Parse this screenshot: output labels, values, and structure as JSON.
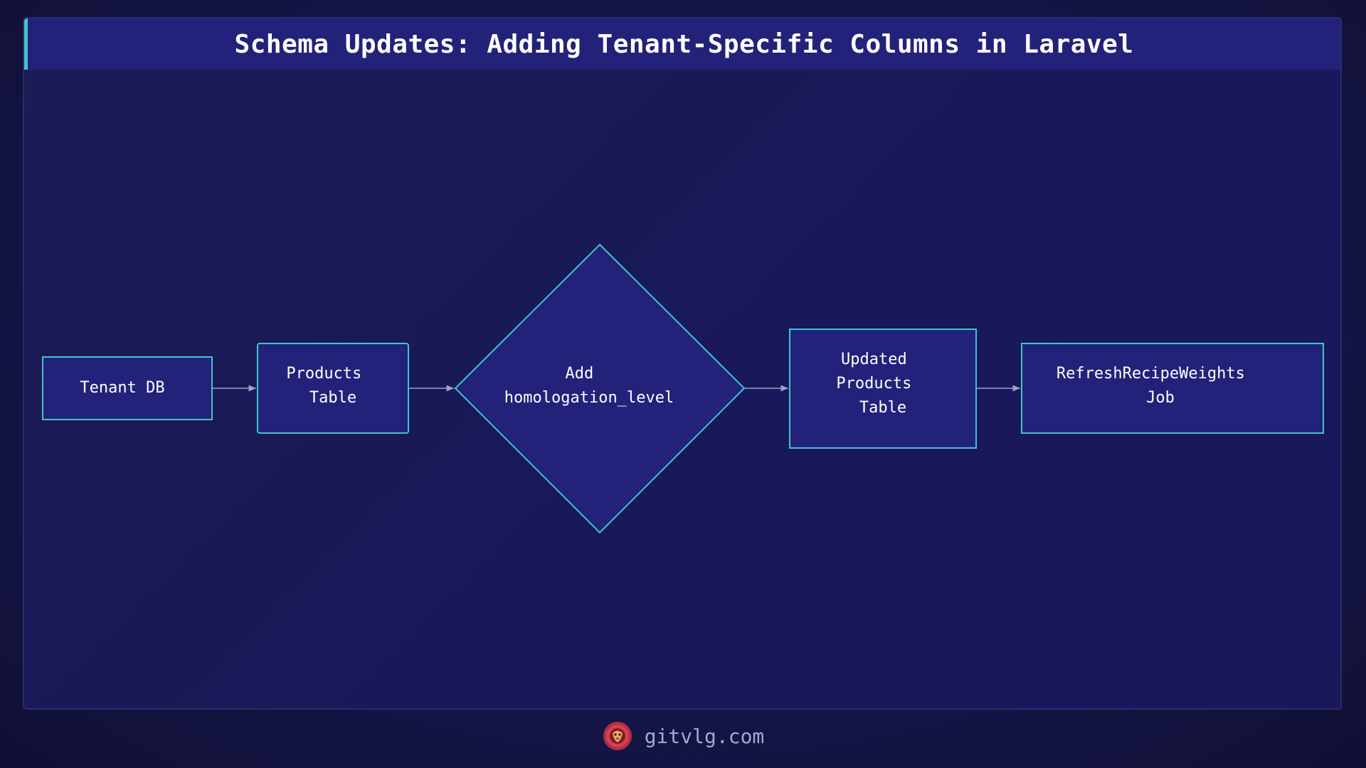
{
  "header": {
    "title": "Schema Updates: Adding Tenant-Specific Columns in Laravel"
  },
  "diagram": {
    "nodes": [
      {
        "id": "tenant_db",
        "shape": "rect",
        "lines": [
          "Tenant DB"
        ]
      },
      {
        "id": "products_table",
        "shape": "rect",
        "lines": [
          "Products",
          "Table"
        ]
      },
      {
        "id": "add_column",
        "shape": "diamond",
        "lines": [
          "Add",
          "homologation_level"
        ]
      },
      {
        "id": "updated_products_table",
        "shape": "rect",
        "lines": [
          "Updated",
          "Products",
          "Table"
        ]
      },
      {
        "id": "refresh_job",
        "shape": "rect",
        "lines": [
          "RefreshRecipeWeights",
          "Job"
        ]
      }
    ],
    "edges": [
      {
        "from": "tenant_db",
        "to": "products_table"
      },
      {
        "from": "products_table",
        "to": "add_column"
      },
      {
        "from": "add_column",
        "to": "updated_products_table"
      },
      {
        "from": "updated_products_table",
        "to": "refresh_job"
      }
    ],
    "colors": {
      "node_fill": "#23227a",
      "node_stroke": "#3fc6c9",
      "edge": "#a0a0c8",
      "accent": "#3fc6c9"
    }
  },
  "footer": {
    "brand": "gitvlg.com",
    "logo_icon": "lion-icon"
  }
}
